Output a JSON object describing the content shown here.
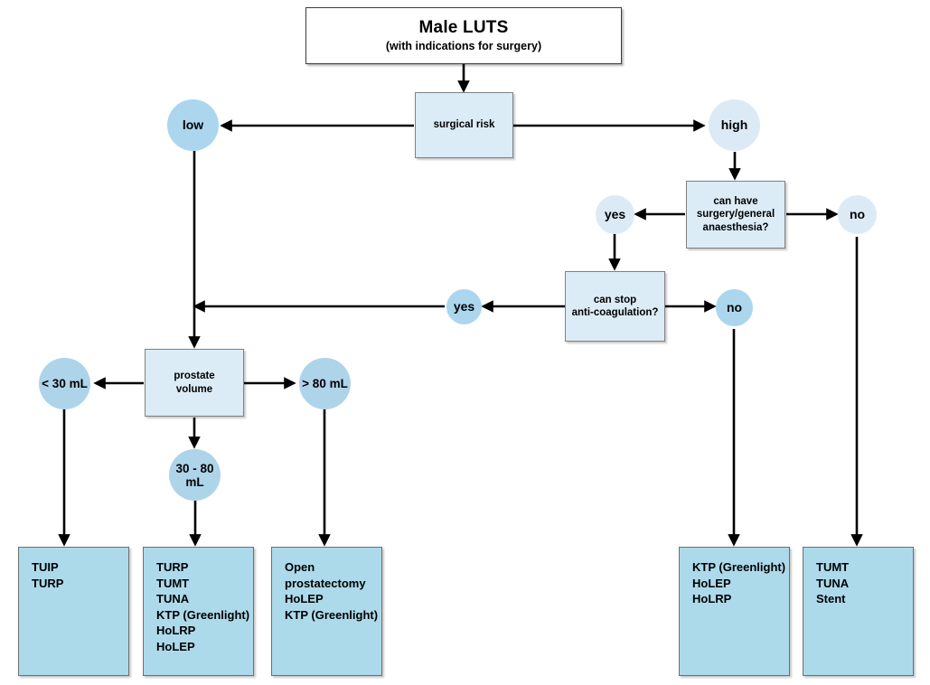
{
  "diagram": {
    "title": "Male LUTS surgical management algorithm",
    "colors": {
      "box_white_fill": "#ffffff",
      "box_pale_fill": "#dcecf7",
      "box_outcome_fill": "#addaeb",
      "circle_dark_fill": "#abd6ee",
      "circle_light_fill": "#dceaf6",
      "edge_color": "#000000",
      "border_color": "#808080"
    },
    "header": {
      "main": "Male LUTS",
      "sub": "(with indications for surgery)"
    },
    "decisions": {
      "surgical_risk": "surgical risk",
      "can_have_surgery": "can have\nsurgery/general\nanaesthesia?",
      "can_stop_anticoag": "can stop\nanti-coagulation?",
      "prostate_volume": "prostate\nvolume"
    },
    "branches": {
      "low": "low",
      "high": "high",
      "yes_surgery": "yes",
      "no_surgery": "no",
      "yes_anticoag": "yes",
      "no_anticoag": "no",
      "vol_small": "< 30 mL",
      "vol_medium": "30 - 80\nmL",
      "vol_large": "> 80 mL"
    },
    "outcomes": [
      {
        "id": "outcome-under-30",
        "items": [
          "TUIP",
          "TURP"
        ],
        "text": "TUIP\nTURP"
      },
      {
        "id": "outcome-30-80",
        "items": [
          "TURP",
          "TUMT",
          "TUNA",
          "KTP (Greenlight)",
          "HoLRP",
          "HoLEP"
        ],
        "text": "TURP\nTUMT\nTUNA\nKTP (Greenlight)\nHoLRP\nHoLEP"
      },
      {
        "id": "outcome-over-80",
        "items": [
          "Open",
          "prostatectomy",
          "HoLEP",
          "KTP (Greenlight)"
        ],
        "text": "Open\nprostatectomy\nHoLEP\nKTP (Greenlight)"
      },
      {
        "id": "outcome-anticoag-no",
        "items": [
          "KTP (Greenlight)",
          "HoLEP",
          "HoLRP"
        ],
        "text": "KTP (Greenlight)\nHoLEP\nHoLRP"
      },
      {
        "id": "outcome-no-surgery",
        "items": [
          "TUMT",
          "TUNA",
          "Stent"
        ],
        "text": "TUMT\nTUNA\nStent"
      }
    ]
  }
}
